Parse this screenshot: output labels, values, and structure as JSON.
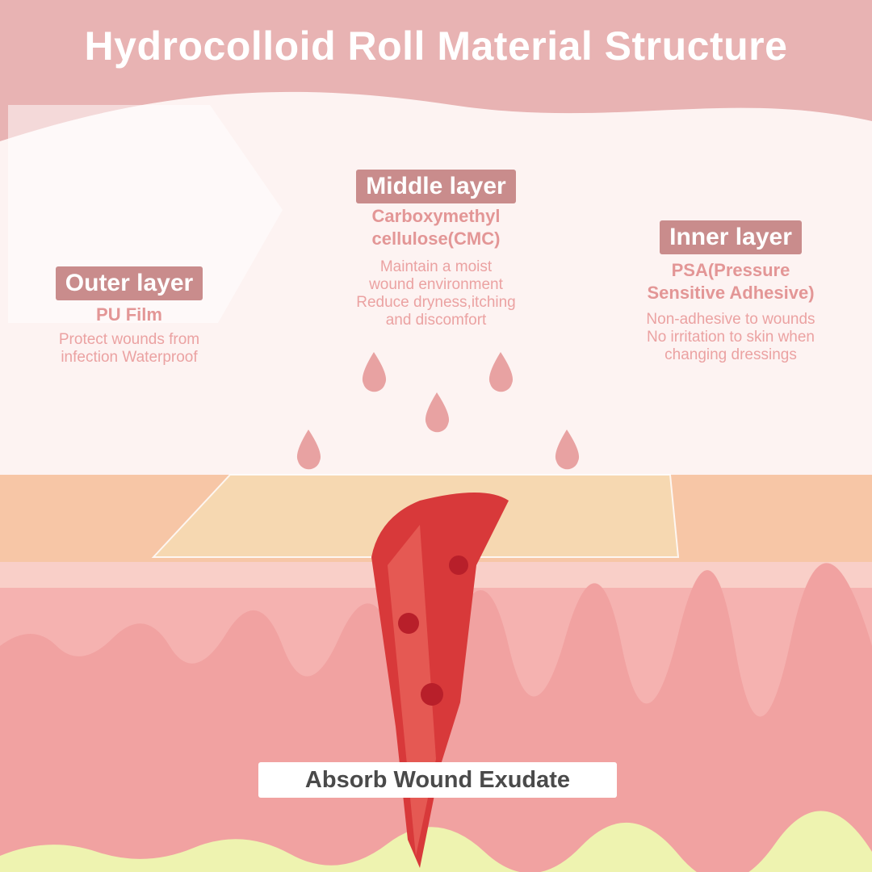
{
  "title": "Hydrocolloid Roll Material Structure",
  "layers": [
    {
      "label": "Outer layer",
      "material": "PU Film",
      "description": [
        "Protect wounds from",
        "infection Waterproof"
      ]
    },
    {
      "label": "Middle layer",
      "material": "Carboxymethyl cellulose(CMC)",
      "material_lines": [
        "Carboxymethyl",
        "cellulose(CMC)"
      ],
      "description": [
        "Maintain a moist",
        "wound environment",
        "Reduce dryness,itching",
        "and discomfort"
      ]
    },
    {
      "label": "Inner layer",
      "material": "PSA(Pressure Sensitive Adhesive)",
      "material_lines": [
        "PSA(Pressure",
        "Sensitive Adhesive)"
      ],
      "description": [
        "Non-adhesive to wounds",
        "No irritation to skin when",
        "changing dressings"
      ]
    }
  ],
  "caption": "Absorb Wound Exudate",
  "colors": {
    "header": "#e8b3b3",
    "tag": "#c98c8c",
    "skin": "#f7c6a6",
    "dermis": "#f5b2b0",
    "wound": "#d8393a",
    "fat": "#eef3b0"
  }
}
